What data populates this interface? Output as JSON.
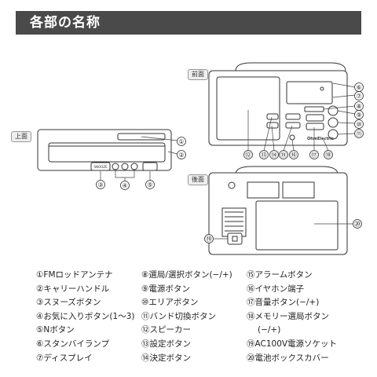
{
  "header": {
    "title": "各部の名称"
  },
  "views": {
    "front": "前面",
    "top": "上面",
    "back": "後面"
  },
  "device_text": {
    "top_button": "SNOOZE",
    "logo": "OhmElectric"
  },
  "legend": {
    "col1": [
      "①FMロッドアンテナ",
      "②キャリーハンドル",
      "③スヌーズボタン",
      "④お気に入りボタン(1〜3)",
      "⑤Nボタン",
      "⑥スタンバイランプ",
      "⑦ディスプレイ"
    ],
    "col2": [
      "⑧選局/選択ボタン(−/+)",
      "⑨電源ボタン",
      "⑩エリアボタン",
      "⑪バンド切換ボタン",
      "⑫スピーカー",
      "⑬設定ボタン",
      "⑭決定ボタン"
    ],
    "col3": [
      "⑮アラームボタン",
      "⑯イヤホン端子",
      "⑰音量ボタン(−/+)",
      "⑱メモリー選局ボタン",
      "(−/+)",
      "⑲AC100V電源ソケット",
      "⑳電池ボックスカバー"
    ]
  },
  "callouts": {
    "c1": "①",
    "c2": "②",
    "c3": "③",
    "c4": "④",
    "c5": "⑤",
    "c6": "⑥",
    "c7": "⑦",
    "c8": "⑧",
    "c9": "⑨",
    "c10": "⑩",
    "c11": "⑪",
    "c12": "⑫",
    "c13": "⑬",
    "c14": "⑭",
    "c15": "⑮",
    "c16": "⑯",
    "c17": "⑰",
    "c18": "⑱",
    "c19": "⑲",
    "c20": "⑳"
  }
}
